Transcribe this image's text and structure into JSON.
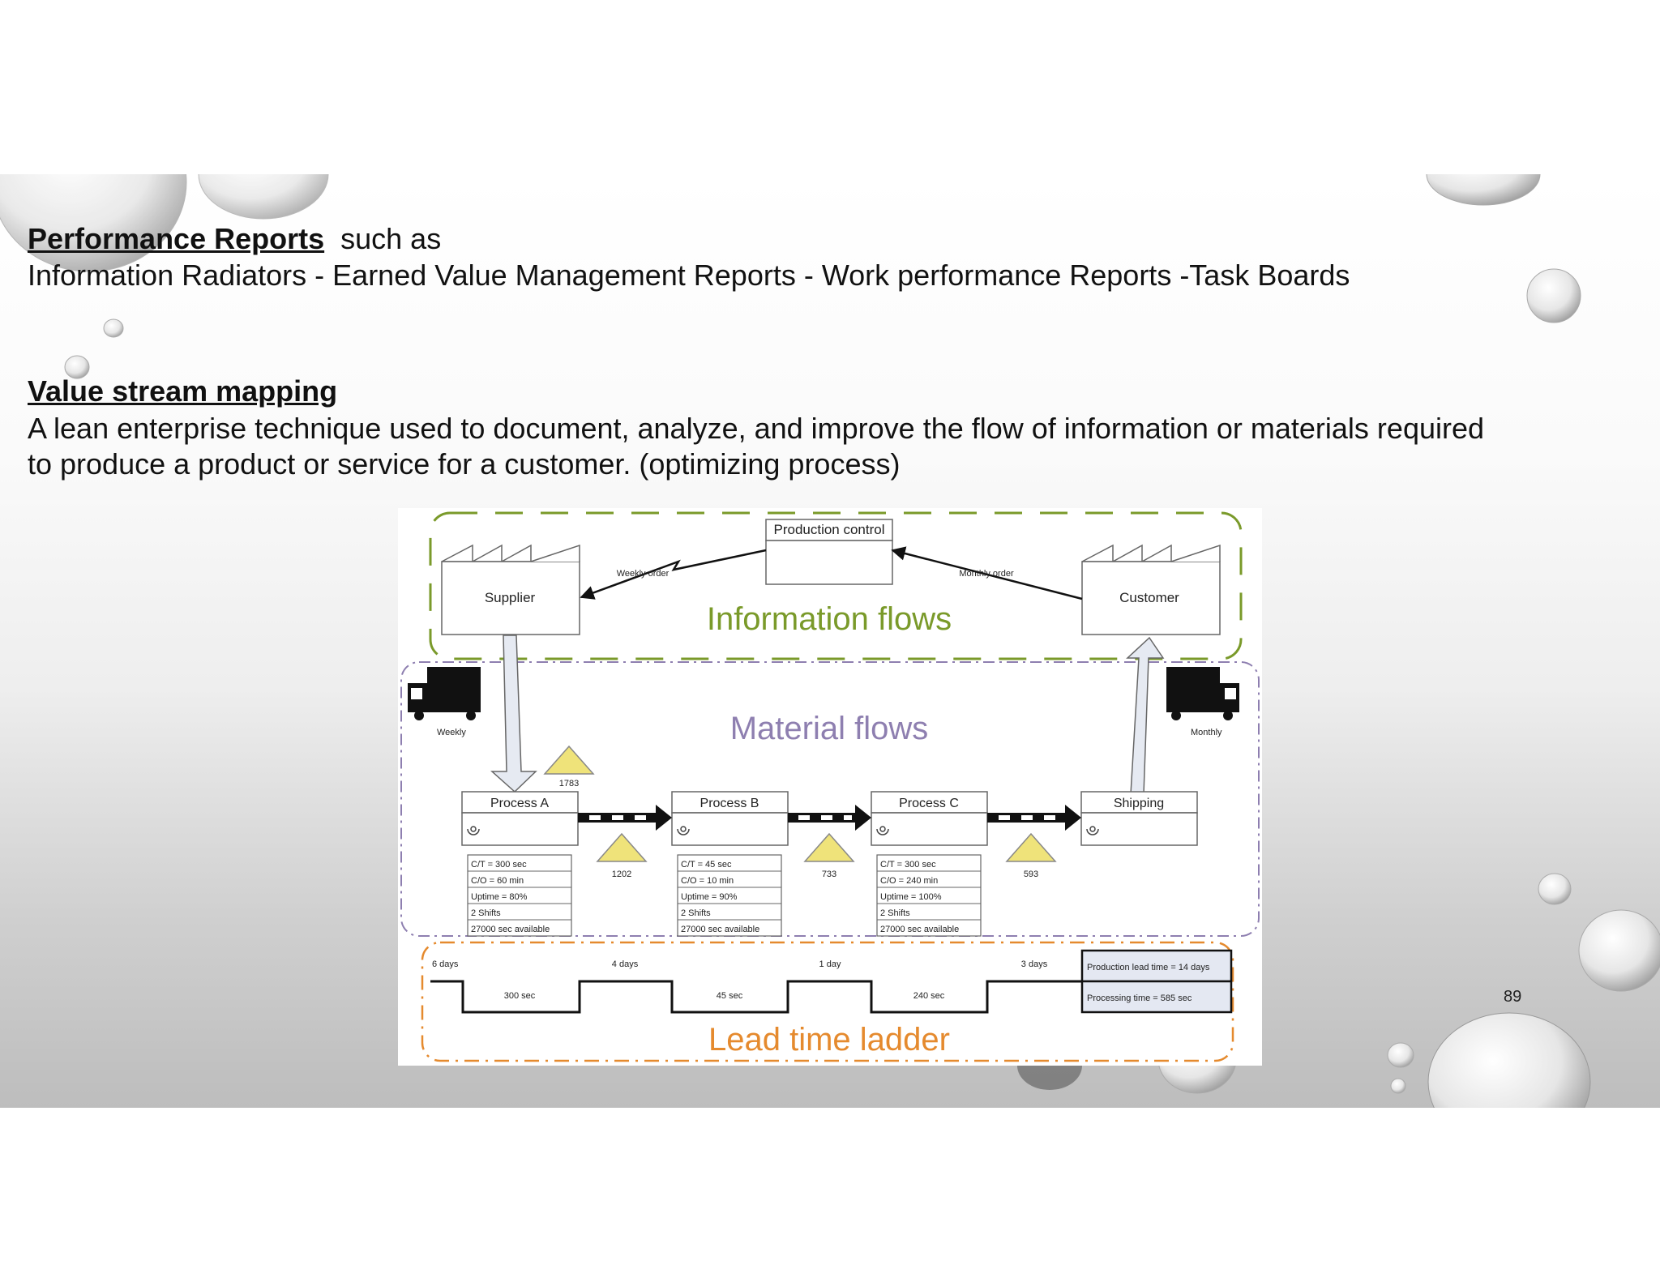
{
  "performance": {
    "heading": "Performance Reports",
    "suffix": "such as",
    "list": "Information Radiators - Earned Value Management Reports - Work performance Reports -Task Boards"
  },
  "vsm": {
    "heading": "Value stream mapping",
    "line1": "A lean enterprise technique used to document, analyze, and improve the flow of information or materials required",
    "line2": "to produce a product or service for a customer. (optimizing process)"
  },
  "page_number": "89",
  "diagram": {
    "production_control": "Production control",
    "supplier": "Supplier",
    "customer": "Customer",
    "weekly_order": "Weekly order",
    "monthly_order": "Monthly order",
    "information_flows": "Information flows",
    "material_flows": "Material flows",
    "truck_left_label": "Weekly",
    "truck_right_label": "Monthly",
    "processes": [
      {
        "name": "Process A",
        "data": [
          "C/T = 300 sec",
          "C/O = 60 min",
          "Uptime = 80%",
          "2 Shifts",
          "27000 sec available"
        ]
      },
      {
        "name": "Process B",
        "data": [
          "C/T = 45 sec",
          "C/O = 10 min",
          "Uptime = 90%",
          "2 Shifts",
          "27000 sec available"
        ]
      },
      {
        "name": "Process C",
        "data": [
          "C/T = 300 sec",
          "C/O = 240 min",
          "Uptime = 100%",
          "2 Shifts",
          "27000 sec available"
        ]
      }
    ],
    "shipping": "Shipping",
    "inventory": [
      "1783",
      "1202",
      "733",
      "593"
    ],
    "ladder_days": [
      "6 days",
      "4 days",
      "1 day",
      "3 days"
    ],
    "ladder_times": [
      "300 sec",
      "45 sec",
      "240 sec"
    ],
    "production_lead_time": "Production lead time = 14 days",
    "processing_time": "Processing time = 585 sec",
    "lead_time_ladder": "Lead time ladder",
    "colors": {
      "info": "#7a9a2a",
      "material": "#8e7fb0",
      "ladder": "#e58a2e",
      "triangle": "#efe37a"
    }
  }
}
